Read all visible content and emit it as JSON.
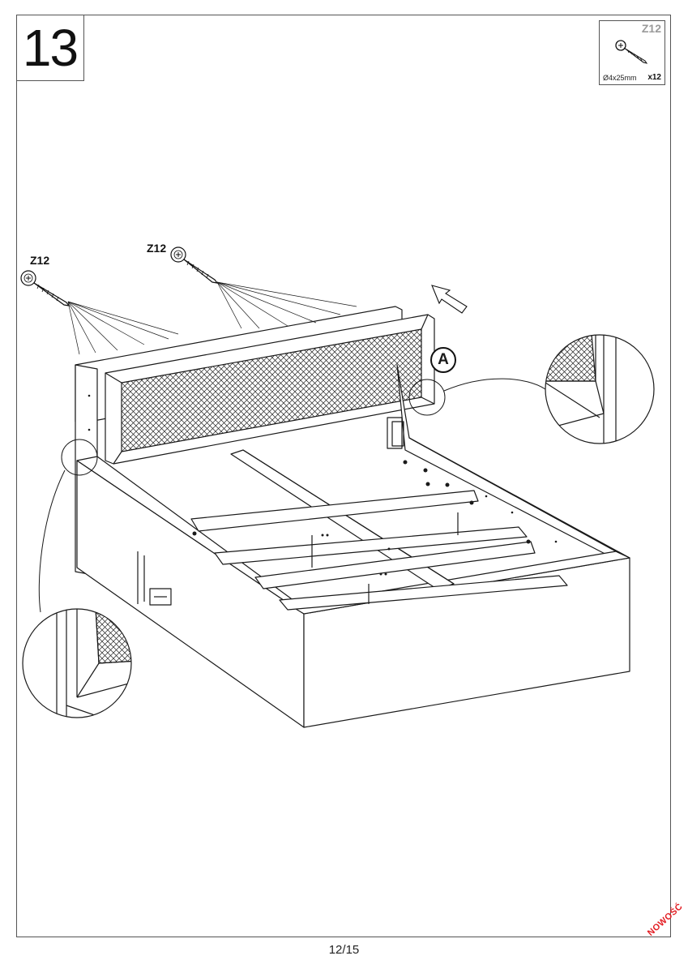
{
  "step": {
    "number": "13"
  },
  "parts": {
    "code": "Z12",
    "size": "Ø4x25mm",
    "quantity": "x12"
  },
  "labels": {
    "screw_left": "Z12",
    "screw_right": "Z12",
    "detail_callout": "A"
  },
  "footer": {
    "page": "12/15",
    "badge": "NOWOŚĆ"
  },
  "colors": {
    "line": "#1a1a1a",
    "frame": "#555555",
    "badge": "#e31e24",
    "parts_code": "#9a9a9a"
  }
}
